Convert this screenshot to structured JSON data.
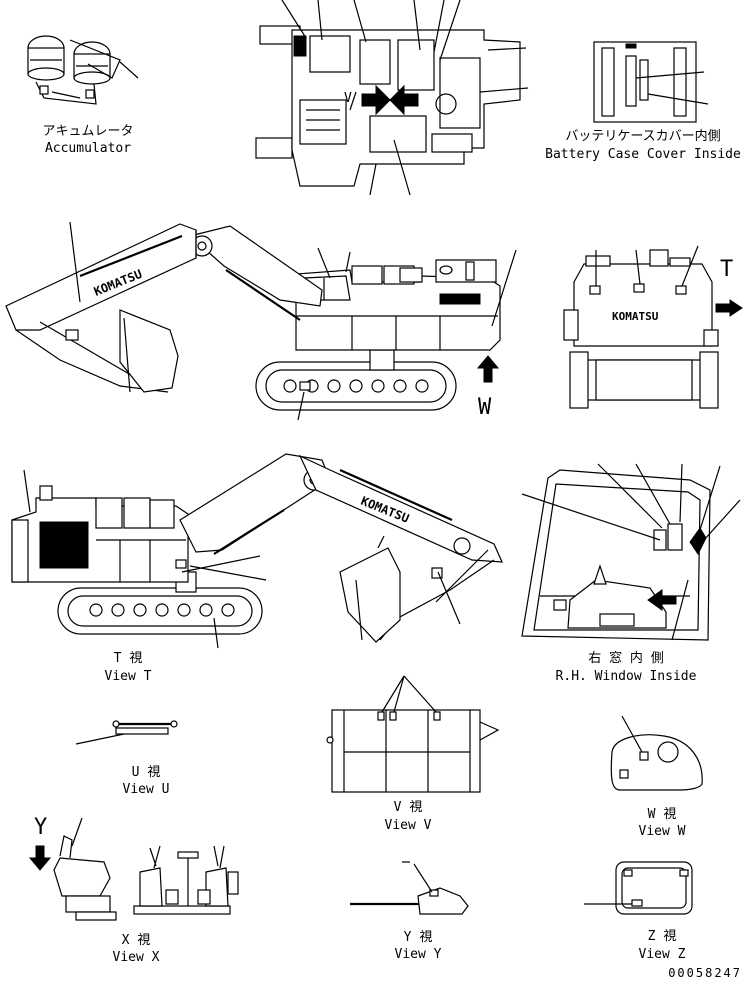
{
  "labels": {
    "accumulator_jp": "アキュムレータ",
    "accumulator_en": "Accumulator",
    "battery_jp": "バッテリケースカバー内側",
    "battery_en": "Battery Case Cover Inside",
    "view_t_jp": "T 視",
    "view_t_en": "View T",
    "window_jp": "右 窓 内 側",
    "window_en": "R.H. Window Inside",
    "view_u_jp": "U 視",
    "view_u_en": "View U",
    "view_v_jp": "V 視",
    "view_v_en": "View V",
    "view_w_jp": "W 視",
    "view_w_en": "View W",
    "view_x_jp": "X 視",
    "view_x_en": "View X",
    "view_y_jp": "Y 視",
    "view_y_en": "View Y",
    "view_z_jp": "Z 視",
    "view_z_en": "View Z",
    "drawing_number": "00058247"
  },
  "markers": {
    "t": "T",
    "w": "W",
    "y": "Y",
    "v": "V"
  },
  "brand": "KOMATSU"
}
